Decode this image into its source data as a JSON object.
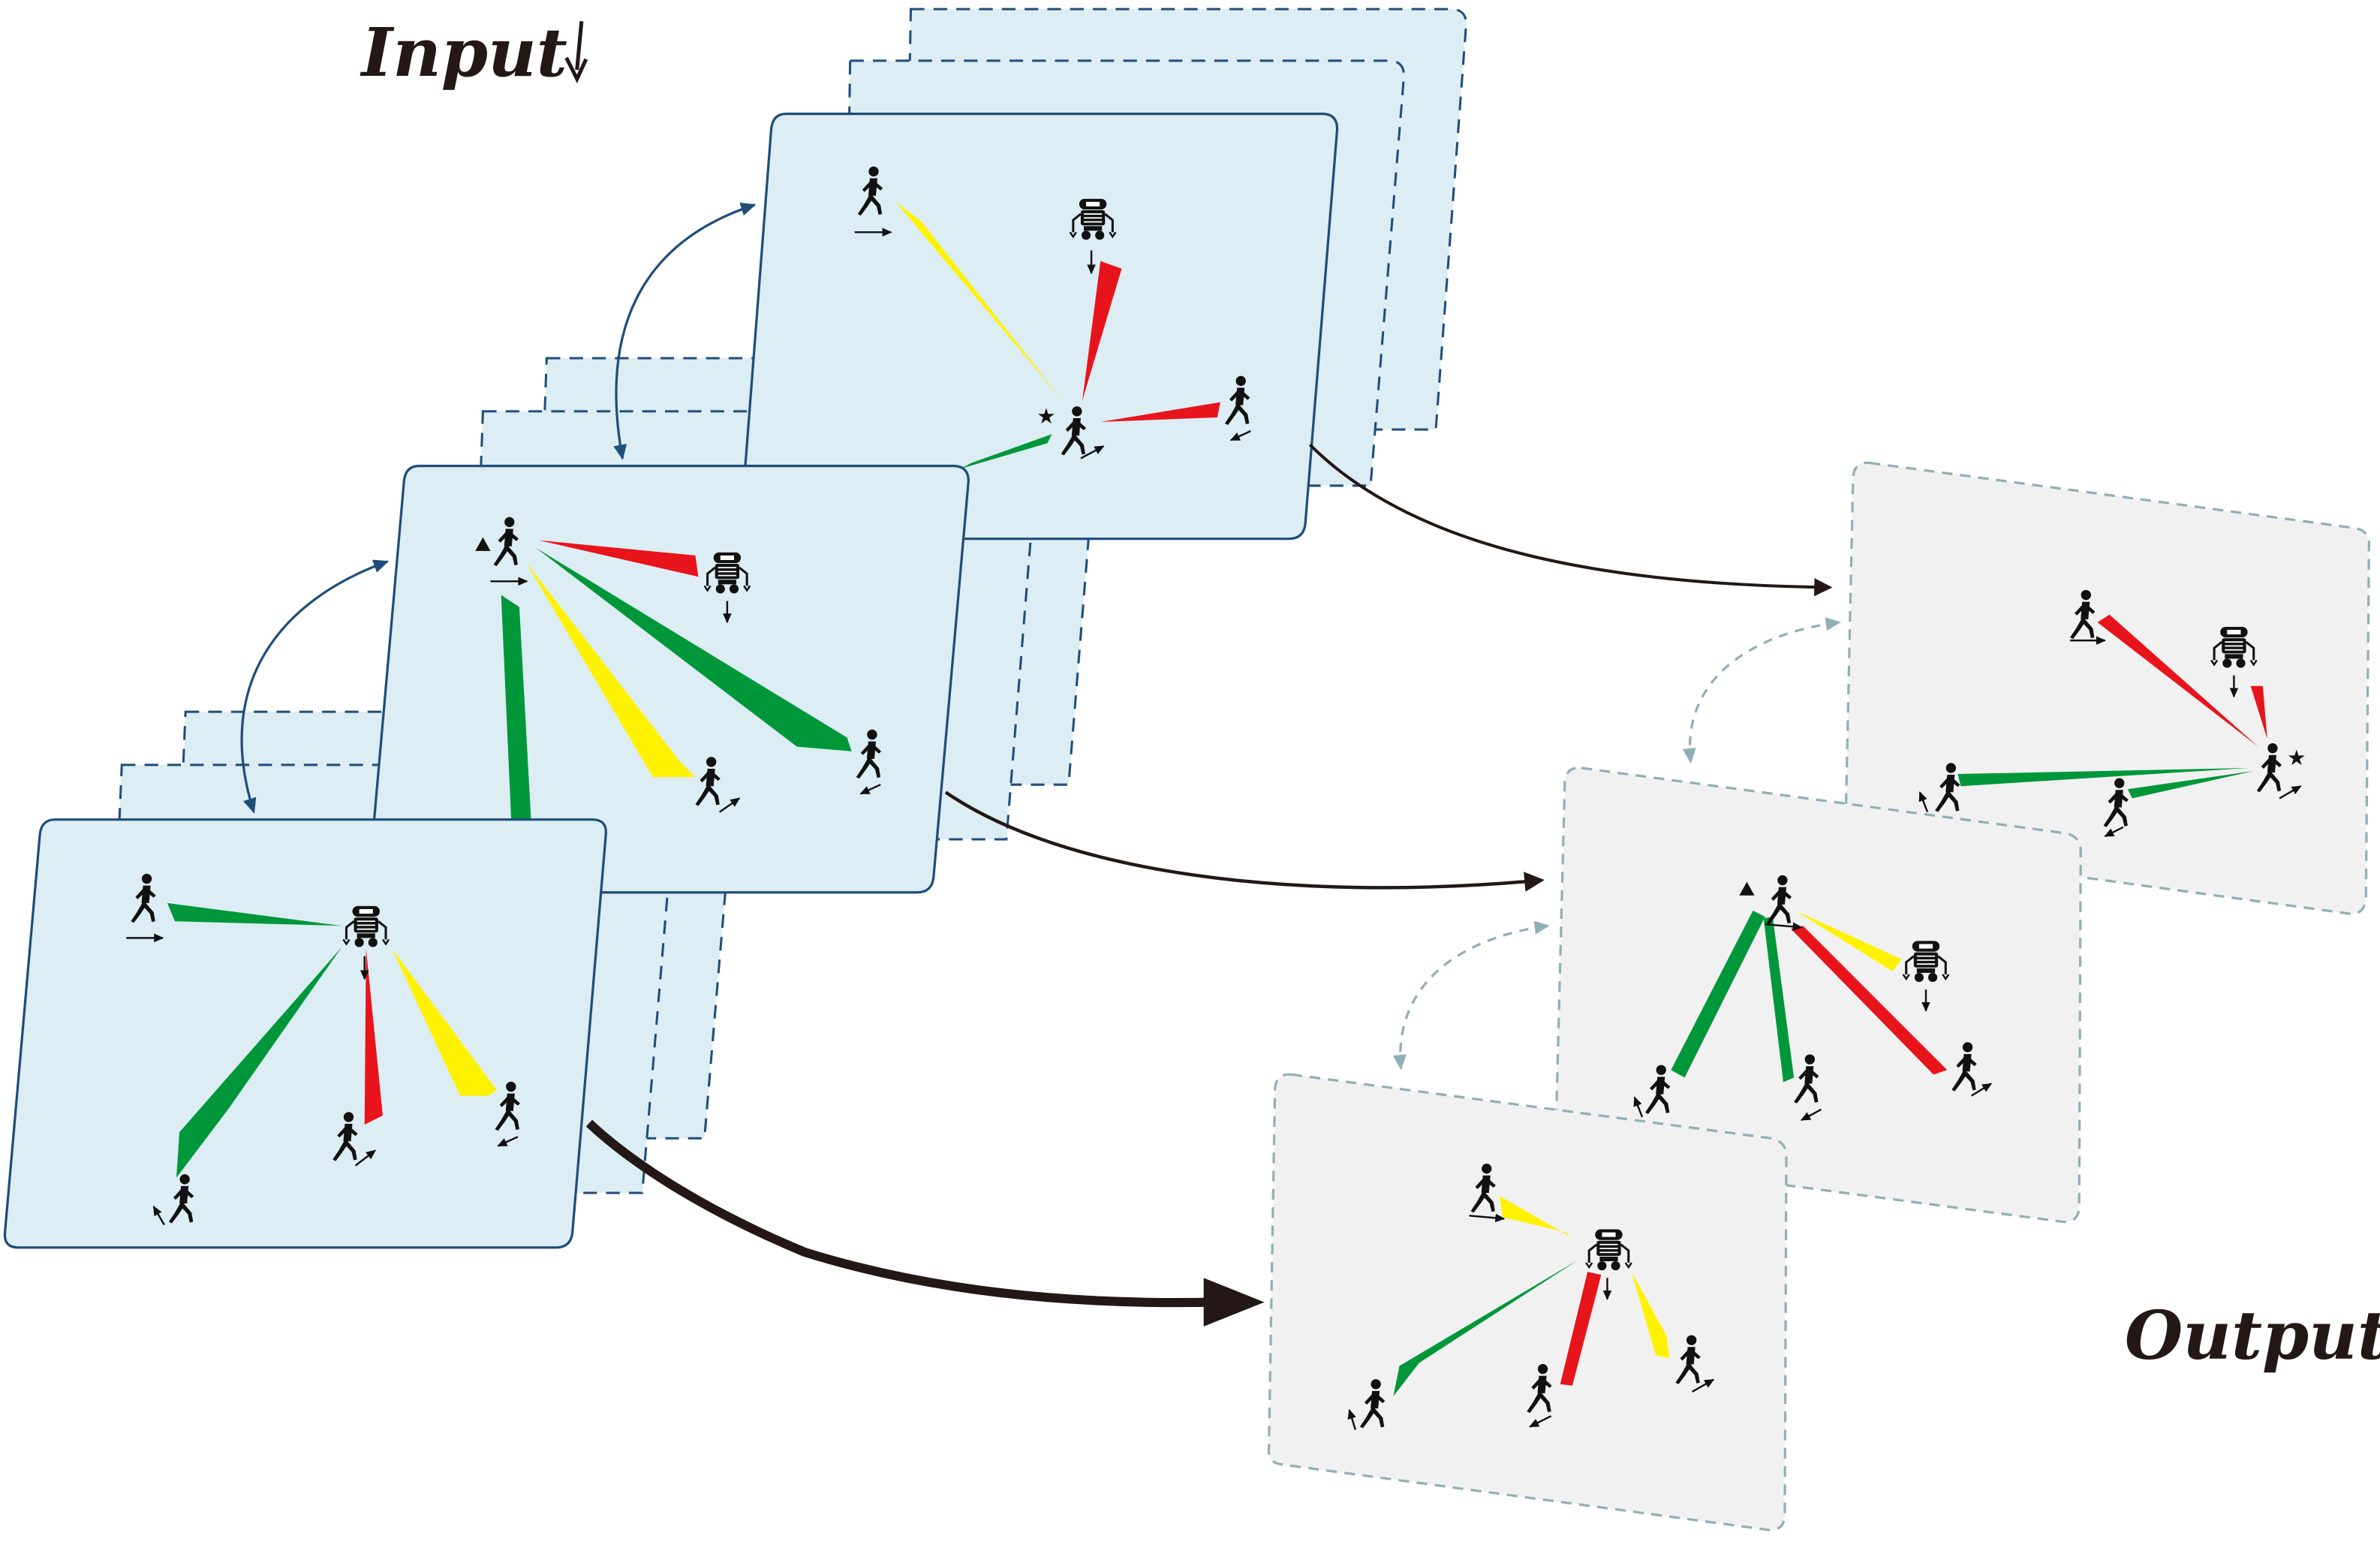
{
  "labels": {
    "input": "Input",
    "output": "Output"
  },
  "colors": {
    "input_panel_fill": "#dcedf4",
    "input_panel_stroke": "#1f4e79",
    "output_panel_fill": "#f1f1f1",
    "output_panel_stroke": "#8fb0b6",
    "input_arc": "#1f4e79",
    "output_arc": "#8fb0b6",
    "flow_arrow": "#231815",
    "attention_red": "#e8141c",
    "attention_yellow": "#fff200",
    "attention_green": "#00973a",
    "agent": "#111111"
  },
  "icons": [
    "pedestrian-icon",
    "robot-icon",
    "star-icon",
    "triangle-icon",
    "motion-arrow-icon"
  ],
  "input_frames": [
    {
      "name": "input-frame-1",
      "edges": [
        {
          "from": "pedestrian-top-left",
          "to": "robot",
          "color": "green"
        },
        {
          "from": "robot",
          "to": "pedestrian-bottom-left",
          "color": "green"
        },
        {
          "from": "robot",
          "to": "pedestrian-bottom-middle",
          "color": "red"
        },
        {
          "from": "robot",
          "to": "pedestrian-bottom-right",
          "color": "yellow"
        }
      ]
    },
    {
      "name": "input-frame-2",
      "edges": [
        {
          "from": "pedestrian-triangle",
          "to": "robot",
          "color": "red"
        },
        {
          "from": "pedestrian-triangle",
          "to": "pedestrian-right",
          "color": "green"
        },
        {
          "from": "pedestrian-triangle",
          "to": "pedestrian-middle",
          "color": "yellow"
        },
        {
          "from": "pedestrian-triangle",
          "to": "pedestrian-bottom",
          "color": "green"
        }
      ]
    },
    {
      "name": "input-frame-3",
      "edges": [
        {
          "from": "pedestrian-top-left",
          "to": "pedestrian-star",
          "color": "yellow"
        },
        {
          "from": "robot",
          "to": "pedestrian-star",
          "color": "red"
        },
        {
          "from": "pedestrian-right",
          "to": "pedestrian-star",
          "color": "red"
        },
        {
          "from": "pedestrian-star",
          "to": "out-of-frame",
          "color": "green"
        }
      ]
    }
  ],
  "output_frames": [
    {
      "name": "output-frame-1",
      "edges": [
        {
          "from": "pedestrian-top",
          "to": "robot",
          "color": "yellow"
        },
        {
          "from": "robot",
          "to": "pedestrian-bottom-left",
          "color": "green"
        },
        {
          "from": "robot",
          "to": "pedestrian-bottom-middle",
          "color": "red"
        },
        {
          "from": "robot",
          "to": "pedestrian-right",
          "color": "yellow"
        }
      ]
    },
    {
      "name": "output-frame-2",
      "edges": [
        {
          "from": "pedestrian-triangle",
          "to": "robot",
          "color": "yellow"
        },
        {
          "from": "pedestrian-triangle",
          "to": "pedestrian-right",
          "color": "red"
        },
        {
          "from": "pedestrian-triangle",
          "to": "pedestrian-bottom-left",
          "color": "green"
        },
        {
          "from": "pedestrian-triangle",
          "to": "pedestrian-bottom-middle",
          "color": "green"
        }
      ]
    },
    {
      "name": "output-frame-3",
      "edges": [
        {
          "from": "pedestrian-top",
          "to": "pedestrian-star",
          "color": "red"
        },
        {
          "from": "robot",
          "to": "pedestrian-star",
          "color": "red"
        },
        {
          "from": "pedestrian-left",
          "to": "pedestrian-star",
          "color": "green"
        },
        {
          "from": "pedestrian-middle",
          "to": "pedestrian-star",
          "color": "green"
        }
      ]
    }
  ]
}
